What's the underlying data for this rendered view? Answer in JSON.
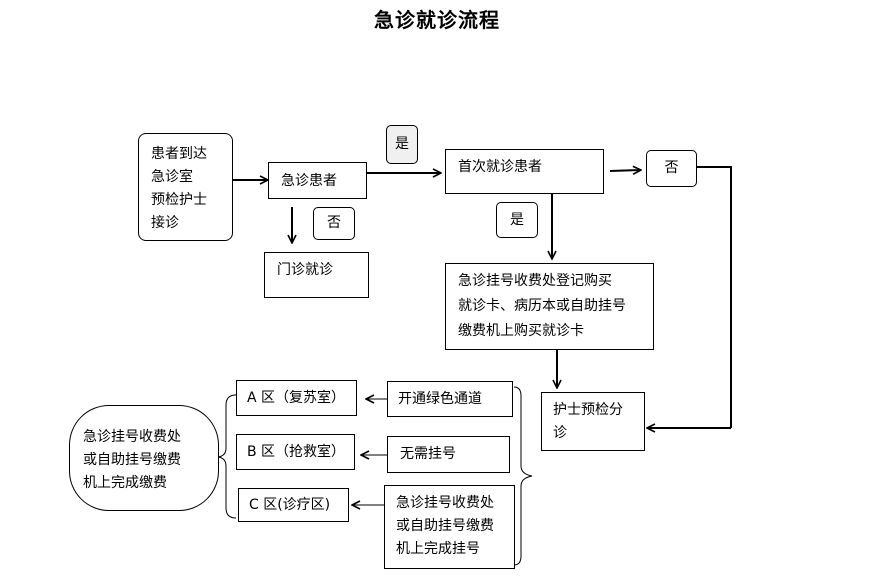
{
  "title": "急诊就诊流程",
  "nodes": {
    "arrive": [
      "患者到达",
      "急诊室",
      "预检护士",
      "接诊"
    ],
    "emergency_patient": "急诊患者",
    "outpatient": "门诊就诊",
    "first_visit": "首次就诊患者",
    "register": [
      "急诊挂号收费处登记购买",
      "就诊卡、病历本或自助挂号",
      "缴费机上购买就诊卡"
    ],
    "triage": [
      "护士预检分",
      "诊"
    ],
    "zone_a": "A 区（复苏室）",
    "zone_b": "B 区（抢救室）",
    "zone_c": "C 区(诊疗区)",
    "green_channel": "开通绿色通道",
    "no_registration": "无需挂号",
    "complete_registration": [
      "急诊挂号收费处",
      "或自助挂号缴费",
      "机上完成挂号"
    ],
    "payment": [
      "急诊挂号收费处",
      "或自助挂号缴费",
      "机上完成缴费"
    ]
  },
  "labels": {
    "yes_top": "是",
    "no_outpatient": "否",
    "no_first_visit": "否",
    "yes_register": "是"
  }
}
